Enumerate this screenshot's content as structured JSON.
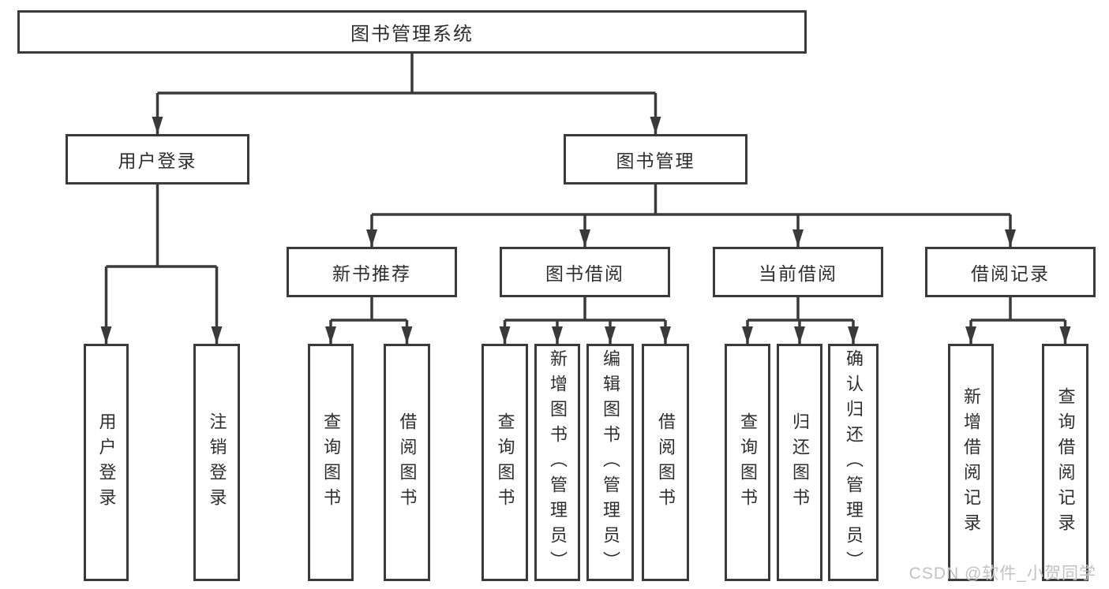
{
  "diagram": {
    "root": {
      "label": "图书管理系统"
    },
    "branches": [
      {
        "label": "用户登录"
      },
      {
        "label": "图书管理"
      }
    ],
    "modules": [
      {
        "label": "新书推荐"
      },
      {
        "label": "图书借阅"
      },
      {
        "label": "当前借阅"
      },
      {
        "label": "借阅记录"
      }
    ],
    "leaves": [
      {
        "label": "用户登录"
      },
      {
        "label": "注销登录"
      },
      {
        "label": "查询图书"
      },
      {
        "label": "借阅图书"
      },
      {
        "label": "查询图书"
      },
      {
        "label": "新增图书（管理员）"
      },
      {
        "label": "编辑图书（管理员）"
      },
      {
        "label": "借阅图书"
      },
      {
        "label": "查询图书"
      },
      {
        "label": "归还图书"
      },
      {
        "label": "确认归还（管理员）"
      },
      {
        "label": "新增借阅记录"
      },
      {
        "label": "查询借阅记录"
      }
    ],
    "colors": {
      "line": "#3a3a3a",
      "box_border": "#3a3a3a",
      "text": "#2e2e2e",
      "background": "#ffffff",
      "watermark": "#c2c2c2"
    }
  },
  "watermark": {
    "text": "CSDN @软件_小贺同学"
  }
}
